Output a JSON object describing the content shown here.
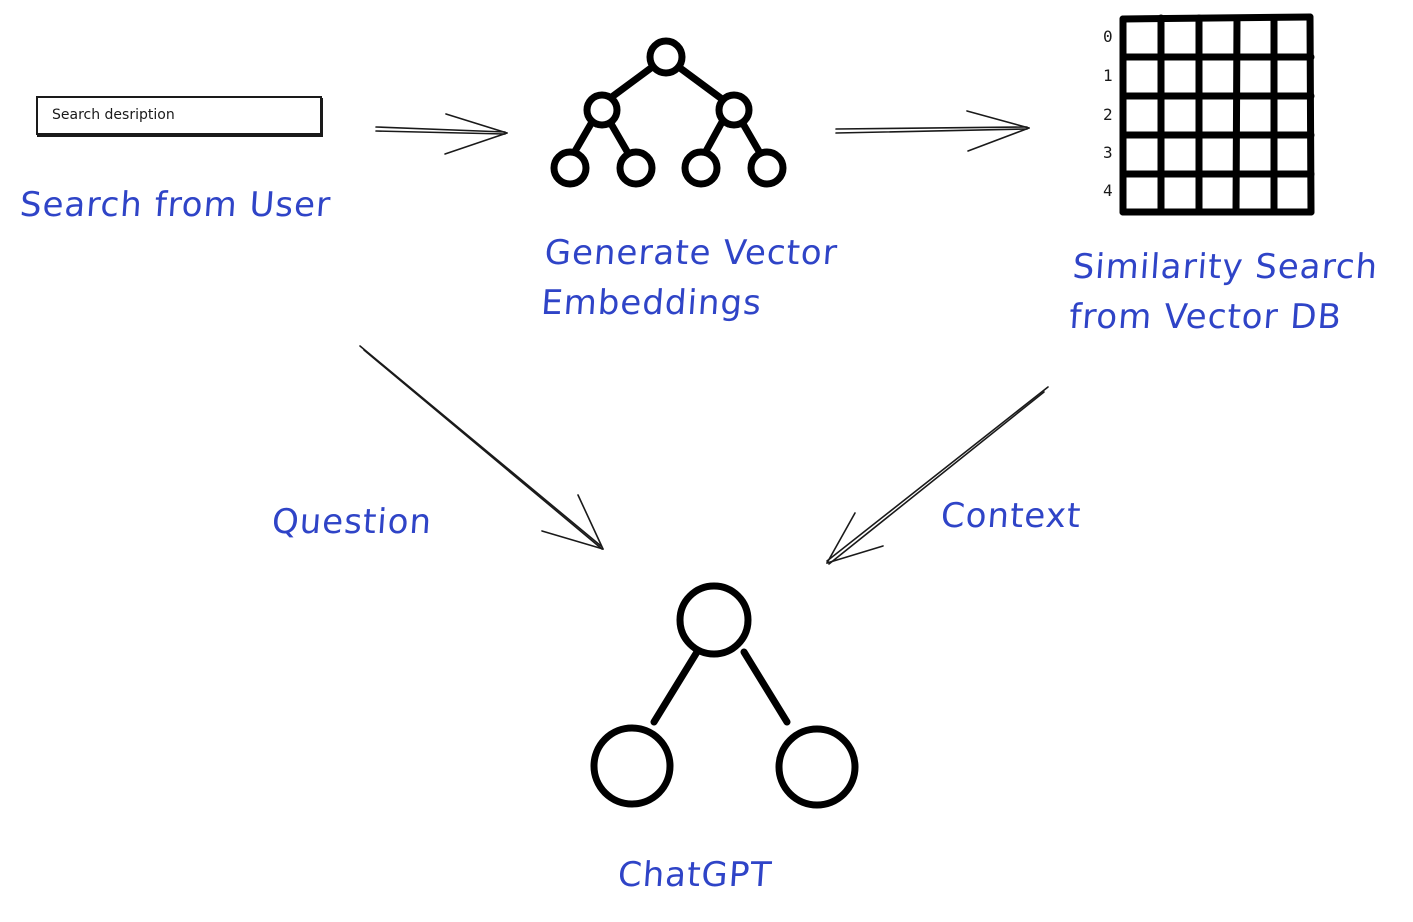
{
  "diagram": {
    "search_box": {
      "placeholder": "Search desription"
    },
    "nodes": {
      "search_from_user": "Search from User",
      "generate_embeddings_line1": "Generate Vector",
      "generate_embeddings_line2": "Embeddings",
      "similarity_search_line1": "Similarity Search",
      "similarity_search_line2": "from Vector DB",
      "chatgpt": "ChatGPT"
    },
    "edges": {
      "question": "Question",
      "context": "Context"
    },
    "vector_db_grid": {
      "row_indices": [
        "0",
        "1",
        "2",
        "3",
        "4"
      ]
    },
    "colors": {
      "label": "#2f44c7",
      "stroke": "#000000"
    }
  }
}
